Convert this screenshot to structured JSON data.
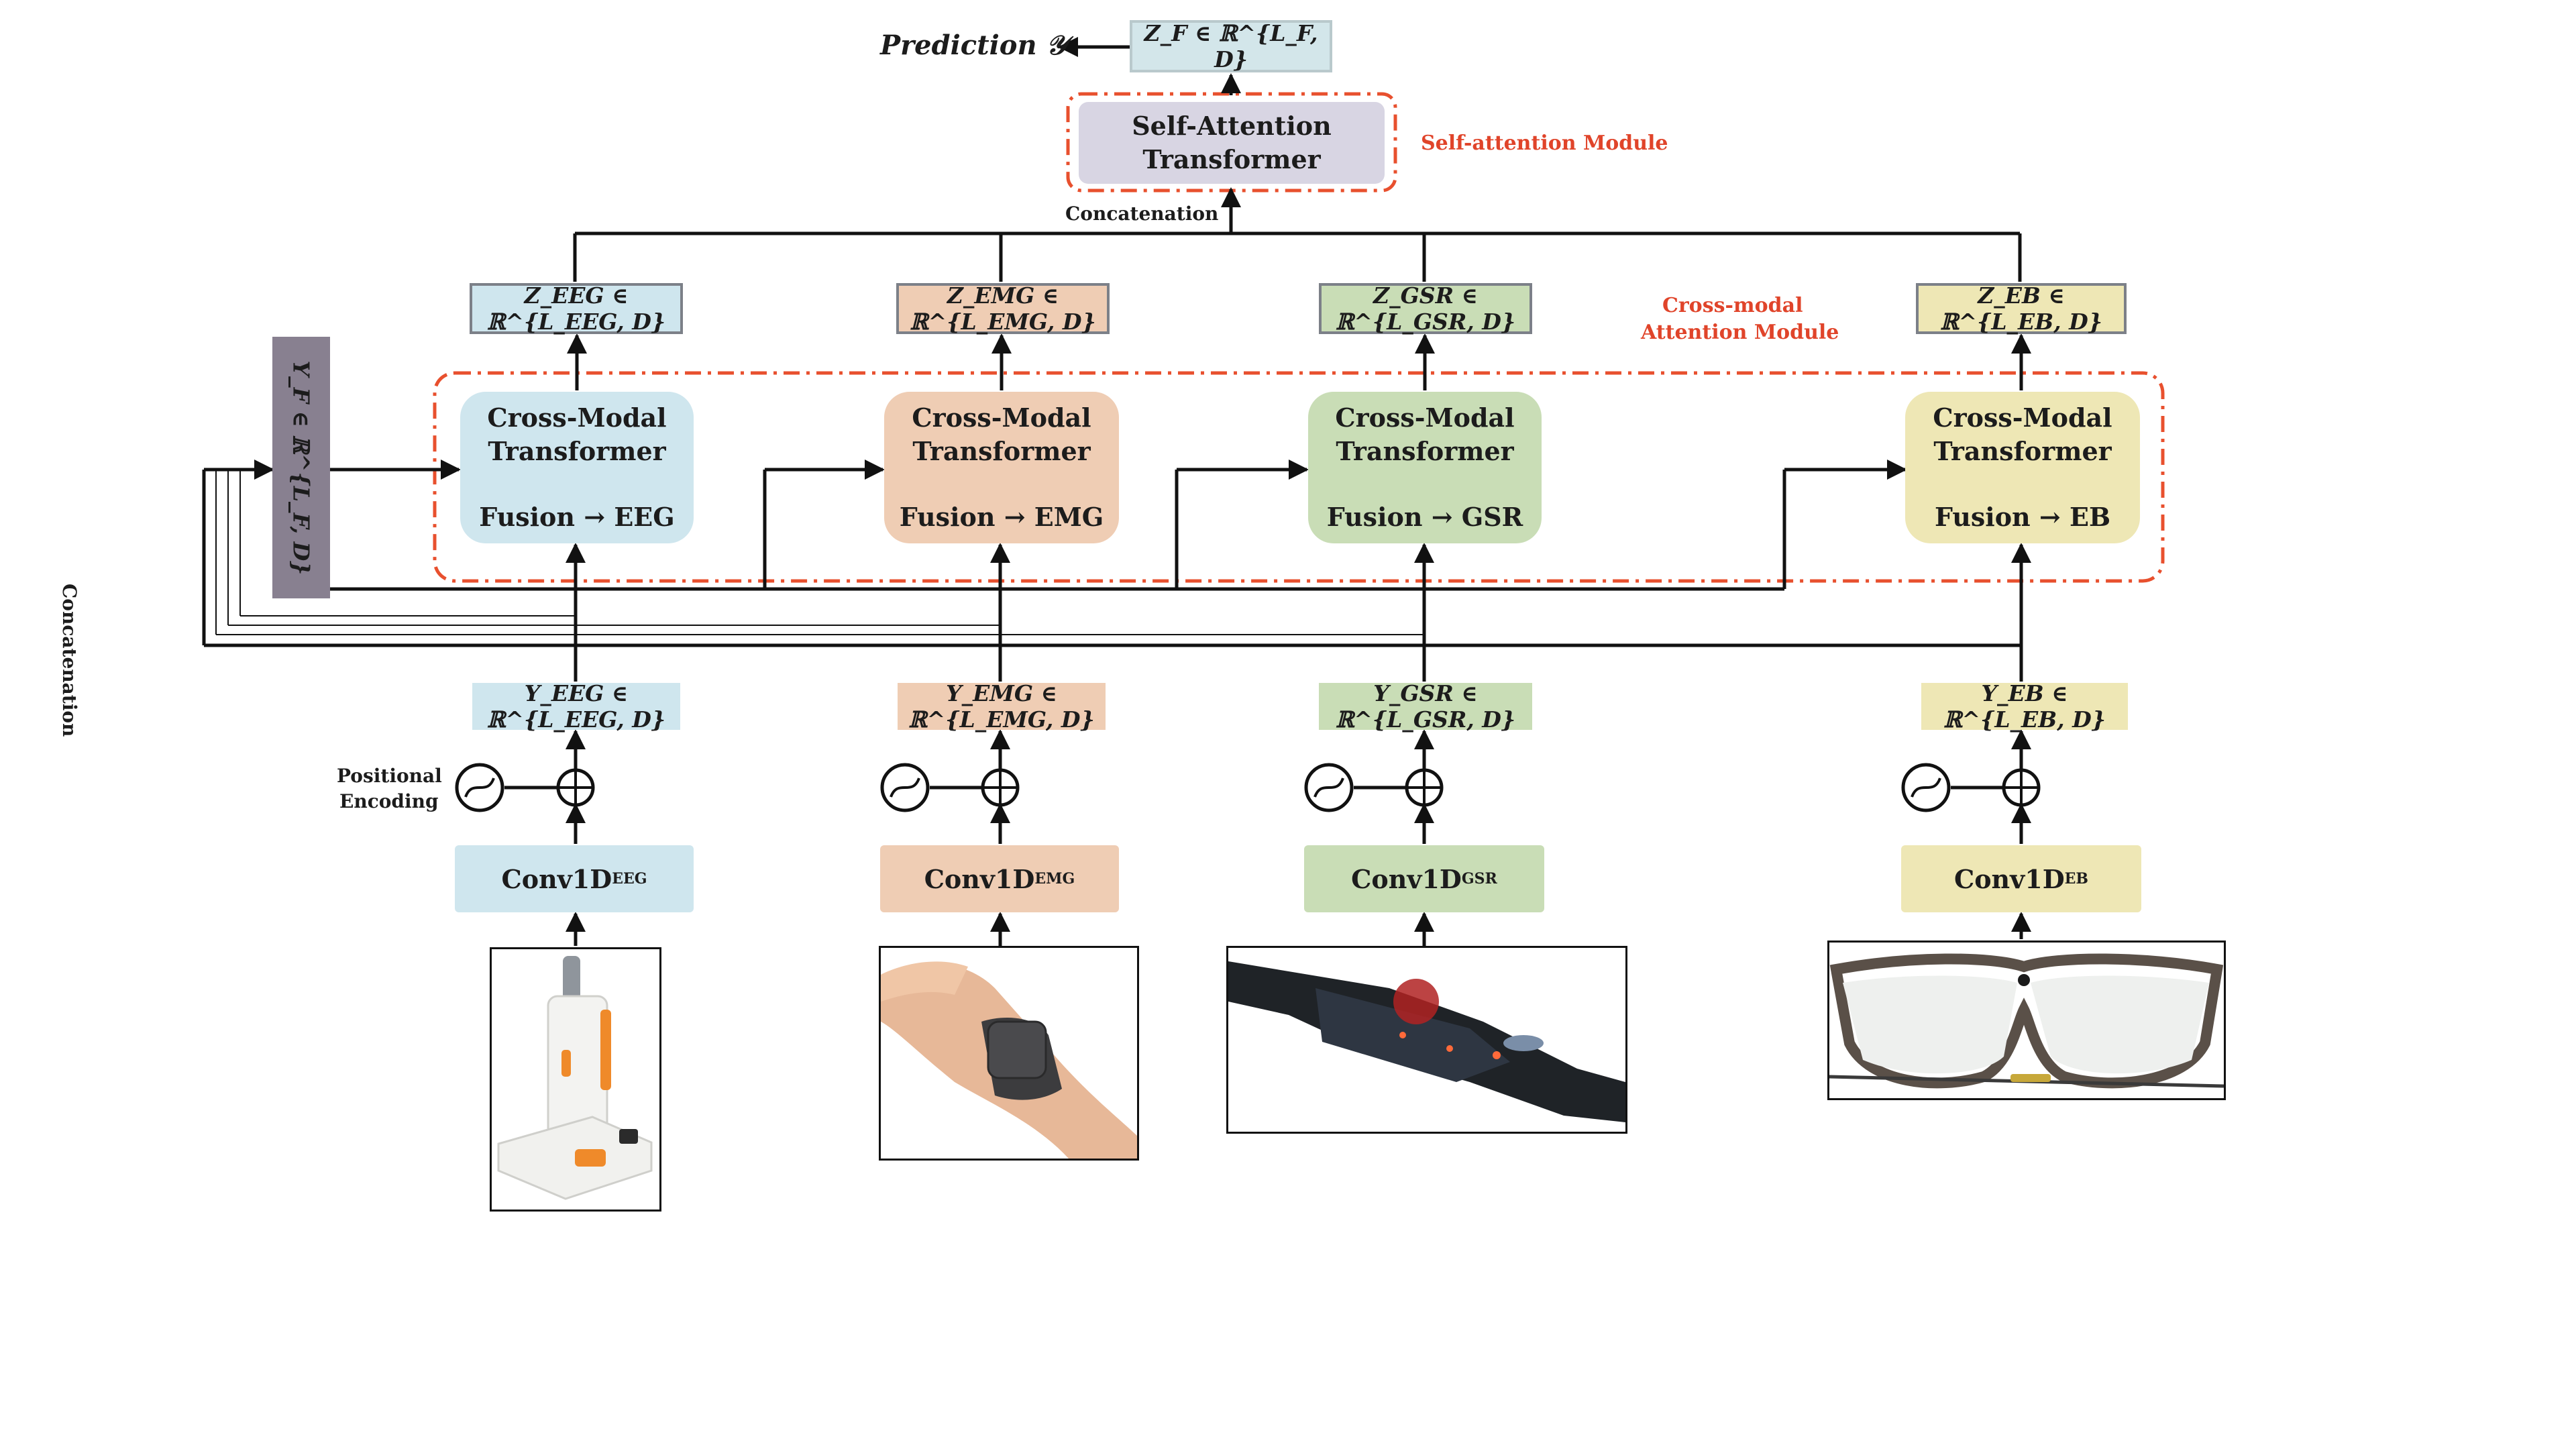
{
  "prediction_label": "Prediction 𝒴",
  "fusion_output": "Z_F ∈ ℝ^{L_F, D}",
  "self_attention": {
    "line1": "Self-Attention",
    "line2": "Transformer",
    "module_label": "Self-attention Module"
  },
  "concatenation_top": "Concatenation",
  "concatenation_side": "Concatenation",
  "cross_modal_module_label": [
    "Cross-modal",
    "Attention Module"
  ],
  "fused_input": "Y_F ∈ ℝ^{L_F, D}",
  "positional_encoding_label": [
    "Positional",
    "Encoding"
  ],
  "modalities": [
    {
      "key": "EEG",
      "z_label": "Z_EEG ∈ ℝ^{L_EEG, D}",
      "cmt_line1": "Cross-Modal",
      "cmt_line2": "Transformer",
      "fusion": "Fusion → EEG",
      "y_label": "Y_EEG ∈ ℝ^{L_EEG, D}",
      "conv_main": "Conv1D",
      "conv_sub": "EEG",
      "image_subject": "EEG headset device",
      "color": "#cfe6ee"
    },
    {
      "key": "EMG",
      "z_label": "Z_EMG ∈ ℝ^{L_EMG, D}",
      "cmt_line1": "Cross-Modal",
      "cmt_line2": "Transformer",
      "fusion": "Fusion → EMG",
      "y_label": "Y_EMG ∈ ℝ^{L_EMG, D}",
      "conv_main": "Conv1D",
      "conv_sub": "EMG",
      "image_subject": "EMG wristband on arm",
      "color": "#efcdb4"
    },
    {
      "key": "GSR",
      "z_label": "Z_GSR ∈ ℝ^{L_GSR, D}",
      "cmt_line1": "Cross-Modal",
      "cmt_line2": "Transformer",
      "fusion": "Fusion → GSR",
      "y_label": "Y_GSR ∈ ℝ^{L_GSR, D}",
      "conv_main": "Conv1D",
      "conv_sub": "GSR",
      "image_subject": "GSR sensor strap",
      "color": "#c9ddb6"
    },
    {
      "key": "EB",
      "z_label": "Z_EB ∈ ℝ^{L_EB, D}",
      "cmt_line1": "Cross-Modal",
      "cmt_line2": "Transformer",
      "fusion": "Fusion → EB",
      "y_label": "Y_EB ∈ ℝ^{L_EB, D}",
      "conv_main": "Conv1D",
      "conv_sub": "EB",
      "image_subject": "Eye-tracking glasses",
      "color": "#eee7b5"
    }
  ],
  "colors": {
    "fusion_output_bg": "#d3e6ea",
    "self_attention_bg": "#d8d5e3",
    "fused_input_bg": "#888090",
    "module_border": "#e8502e",
    "line": "#111111"
  }
}
